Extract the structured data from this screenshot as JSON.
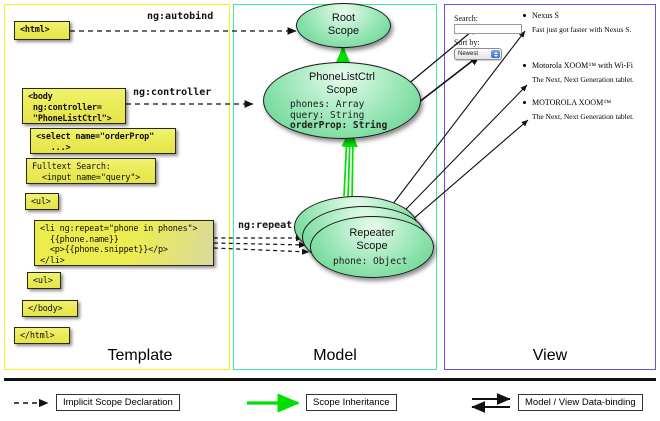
{
  "columns": {
    "template": {
      "label": "Template",
      "border_color": "#f2f21e"
    },
    "model": {
      "label": "Model",
      "border_color": "#3ee8a8"
    },
    "view": {
      "label": "View",
      "border_color": "#6d4fe0"
    }
  },
  "template": {
    "boxes": [
      {
        "id": "html-open",
        "text": "<html>"
      },
      {
        "id": "body-open",
        "text": "<body\n ng:controller=\n \"PhoneListCtrl\">"
      },
      {
        "id": "select",
        "text": "<select name=\"orderProp\"\n   ...>"
      },
      {
        "id": "search",
        "text": "Fulltext Search:\n  <input name=\"query\">"
      },
      {
        "id": "ul-open",
        "text": "<ul>"
      },
      {
        "id": "li-repeat",
        "text": "<li ng:repeat=\"phone in phones\">\n  {{phone.name}}\n  <p>{{phone.snippet}}</p>\n</li>"
      },
      {
        "id": "ul-close",
        "text": "<ul>"
      },
      {
        "id": "body-close",
        "text": "</body>"
      },
      {
        "id": "html-close",
        "text": "</html>"
      }
    ]
  },
  "relations": [
    {
      "id": "ng-autobind",
      "label": "ng:autobind"
    },
    {
      "id": "ng-controller",
      "label": "ng:controller"
    },
    {
      "id": "ng-repeat",
      "label": "ng:repeat"
    }
  ],
  "model": {
    "scopes": [
      {
        "id": "root-scope",
        "title_line1": "Root",
        "title_line2": "Scope",
        "props": []
      },
      {
        "id": "phonelist-scope",
        "title_line1": "PhoneListCtrl",
        "title_line2": "Scope",
        "props": [
          {
            "text": "phones: Array",
            "bold": false
          },
          {
            "text": "query: String",
            "bold": false
          },
          {
            "text": "orderProp: String",
            "bold": true
          }
        ]
      },
      {
        "id": "repeater-scope",
        "title_line1": "Repeater",
        "title_line2": "Scope",
        "props": [
          {
            "text": "phone: Object",
            "bold": false
          }
        ]
      }
    ]
  },
  "view": {
    "search_label": "Search:",
    "search_value": "",
    "search_placeholder": "",
    "sort_label": "Sort by:",
    "sort_selected": "Newest",
    "sort_options": [
      "Newest"
    ],
    "phones": [
      {
        "name": "Nexus S",
        "snippet": "Fast just got faster with Nexus S."
      },
      {
        "name": "Motorola XOOM™ with Wi-Fi",
        "snippet": "The Next, Next Generation tablet."
      },
      {
        "name": "MOTOROLA XOOM™",
        "snippet": "The Next, Next Generation tablet."
      }
    ]
  },
  "legend": {
    "items": [
      {
        "id": "implicit-scope-declaration",
        "label": "Implicit Scope Declaration",
        "style": "dashed-arrow",
        "color": "#111111"
      },
      {
        "id": "scope-inheritance",
        "label": "Scope Inheritance",
        "style": "solid-arrow",
        "color": "#00e000"
      },
      {
        "id": "model-view-data-binding",
        "label": "Model / View Data-binding",
        "style": "double-arrow",
        "color": "#111111"
      }
    ]
  }
}
